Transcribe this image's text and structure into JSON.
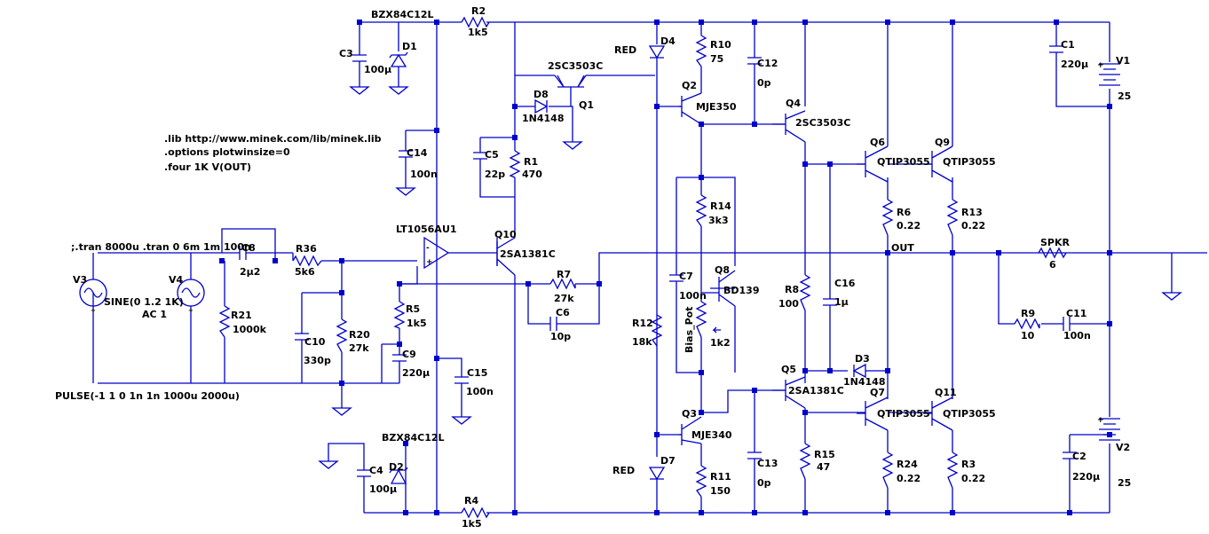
{
  "directives": [
    ".lib http://www.minek.com/lib/minek.lib",
    ".options plotwinsize=0",
    ".four 1K V(OUT)"
  ],
  "tran_text": ";.tran 8000u  .tran 0 6m 1m 100n",
  "pulse_text": "PULSE(-1 1 0 1n 1n 1000u 2000u)",
  "sine_text": "SINE(0 1.2 1K)",
  "ac_text": "AC 1",
  "net_out": "OUT",
  "labels": {
    "bzx_top": "BZX84C12L",
    "r2": "R2",
    "r2v": "1k5",
    "c3": "C3",
    "c3v": "100µ",
    "d1": "D1",
    "c14": "C14",
    "c14v": "100n",
    "d4": "D4",
    "red_top": "RED",
    "r10": "R10",
    "r10v": "75",
    "c12": "C12",
    "c12v": "0p",
    "q1t": "2SC3503C",
    "q1": "Q1",
    "d8": "D8",
    "d8v": "1N4148",
    "q2": "Q2",
    "q2v": "MJE350",
    "q4": "Q4",
    "q4v": "2SC3503C",
    "c1": "C1",
    "c1v": "220µ",
    "v1": "V1",
    "v1v": "25",
    "c5": "C5",
    "c5v": "22p",
    "r1": "R1",
    "r1v": "470",
    "r14": "R14",
    "r14v": "3k3",
    "q6": "Q6",
    "q6v": "QTIP3055",
    "q9": "Q9",
    "q9v": "QTIP3055",
    "r6": "R6",
    "r6v": "0.22",
    "r13": "R13",
    "r13v": "0.22",
    "lt": "LT1056A",
    "u1": "U1",
    "q10": "Q10",
    "q10v": "2SA1381C",
    "c8": "C8",
    "c8v": "2µ2",
    "r36": "R36",
    "r36v": "5k6",
    "v3": "V3",
    "v4": "V4",
    "r7": "R7",
    "r7v": "27k",
    "c6": "C6",
    "c6v": "10p",
    "r21": "R21",
    "r21v": "1000k",
    "r5": "R5",
    "r5v": "1k5",
    "c10": "C10",
    "c10v": "330p",
    "r20": "R20",
    "r20v": "27k",
    "c9": "C9",
    "c9v": "220µ",
    "c15": "C15",
    "c15v": "100n",
    "c7": "C7",
    "c7v": "100n",
    "q8": "Q8",
    "q8v": "BD139",
    "bias": "Bias_Pot",
    "bias_v": "1k2",
    "r12": "R12",
    "r12v": "18k",
    "r8": "R8",
    "r8v": "100",
    "c16": "C16",
    "c16v": "1µ",
    "spkr": "SPKR",
    "spkr_v": "6",
    "r9": "R9",
    "r9v": "10",
    "c11": "C11",
    "c11v": "100n",
    "d3": "D3",
    "d3v": "1N4148",
    "q5": "Q5",
    "q5v": "2SA1381C",
    "q7": "Q7",
    "q7v": "QTIP3055",
    "q11": "Q11",
    "q11v": "QTIP3055",
    "q3": "Q3",
    "q3v": "MJE340",
    "r15": "R15",
    "r15v": "47",
    "bzx_bot": "BZX84C12L",
    "c4": "C4",
    "c4v": "100µ",
    "d2": "D2",
    "d7": "D7",
    "red_bot": "RED",
    "r11": "R11",
    "r11v": "150",
    "c13": "C13",
    "c13v": "0p",
    "r24": "R24",
    "r24v": "0.22",
    "r3": "R3",
    "r3v": "0.22",
    "c2": "C2",
    "c2v": "220µ",
    "v2": "V2",
    "v2v": "25",
    "r4": "R4",
    "r4v": "1k5"
  }
}
